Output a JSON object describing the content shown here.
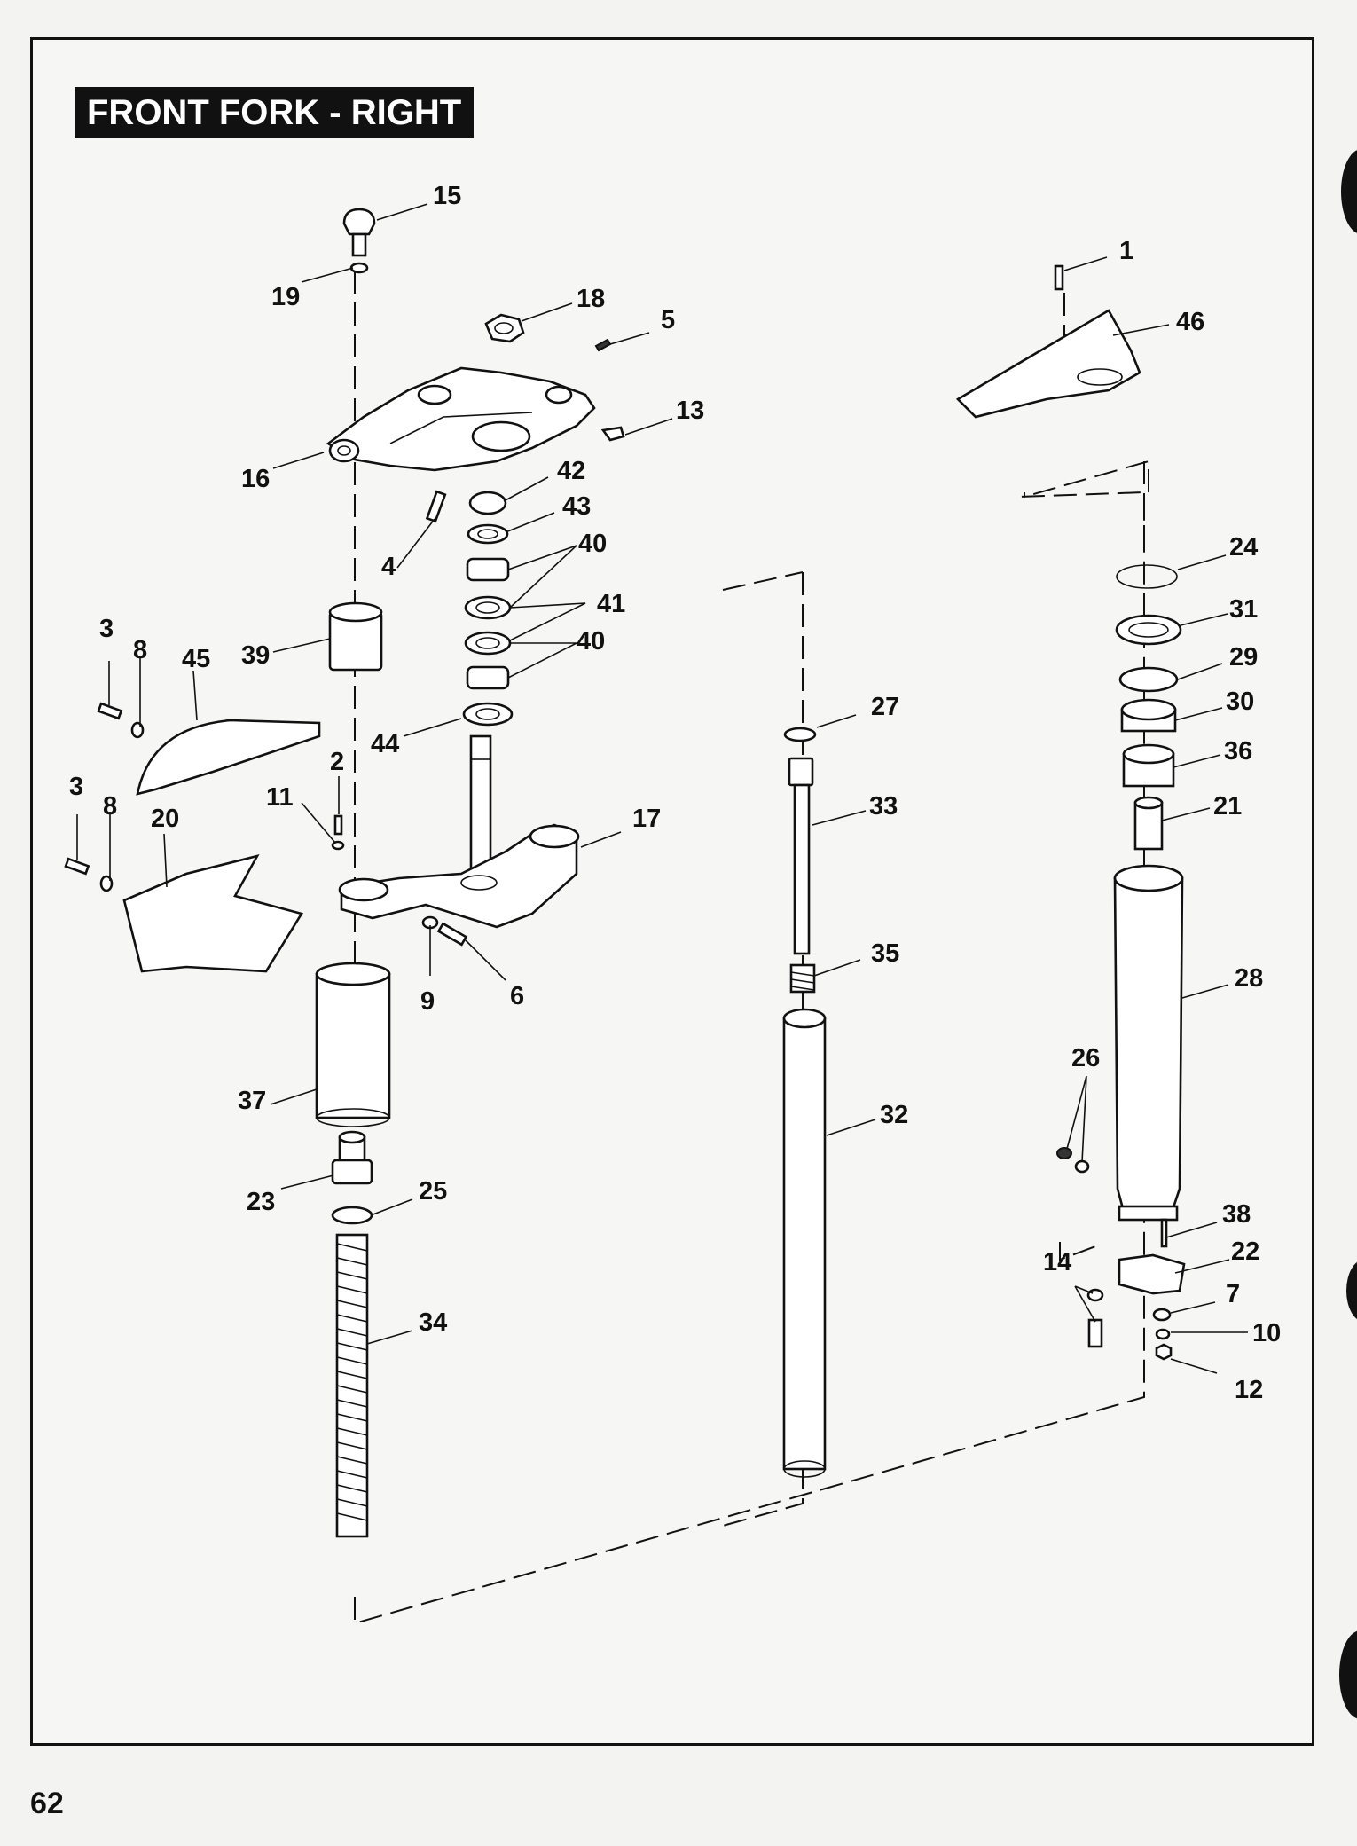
{
  "title": "FRONT FORK - RIGHT",
  "page_number": "62",
  "callouts": [
    "15",
    "19",
    "18",
    "5",
    "13",
    "16",
    "42",
    "43",
    "40",
    "41",
    "40",
    "4",
    "39",
    "3",
    "8",
    "45",
    "44",
    "2",
    "11",
    "17",
    "3",
    "8",
    "20",
    "9",
    "6",
    "37",
    "23",
    "25",
    "34",
    "1",
    "46",
    "24",
    "31",
    "29",
    "30",
    "36",
    "21",
    "27",
    "33",
    "35",
    "32",
    "28",
    "26",
    "38",
    "22",
    "14",
    "7",
    "10",
    "12"
  ]
}
